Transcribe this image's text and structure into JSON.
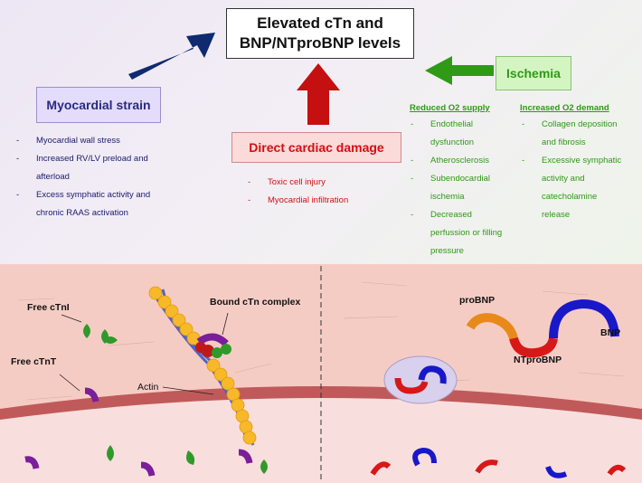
{
  "header": {
    "title_line1": "Elevated cTn and",
    "title_line2": "BNP/NTproBNP levels"
  },
  "strain": {
    "label": "Myocardial strain",
    "items": [
      "Myocardial wall stress",
      "Increased RV/LV preload and",
      "afterload",
      "Excess symphatic activity and",
      "chronic RAAS activation"
    ]
  },
  "damage": {
    "label": "Direct cardiac damage",
    "items": [
      "Toxic cell injury",
      "Myocardial infiltration"
    ]
  },
  "ischemia": {
    "label": "Ischemia",
    "supply_heading": "Reduced O2 supply",
    "supply_items": [
      "Endothelial",
      "dysfunction",
      "Atherosclerosis",
      "Subendocardial",
      "ischemia",
      "Decreased",
      "perfussion or filling",
      "pressure"
    ],
    "demand_heading": "Increased O2 demand",
    "demand_items": [
      "Collagen deposition",
      "and fibrosis",
      "Excessive symphatic",
      "activity and",
      "catecholamine",
      "release"
    ]
  },
  "illustration": {
    "free_cTnI": "Free cTnI",
    "free_cTnT": "Free cTnT",
    "bound": "Bound cTn complex",
    "actin": "Actin",
    "proBNP": "proBNP",
    "ntprobnp": "NTproBNP",
    "bnp": "BNP"
  },
  "colors": {
    "arrow_blue": "#0f2a6e",
    "arrow_red": "#c41010",
    "arrow_green": "#2e9a16",
    "troponin_green": "#2f9a2a",
    "troponin_purple": "#7a1e9a",
    "actin_yellow": "#f7b92a",
    "bnp_blue": "#1818c8",
    "probnp_orange": "#e88a1a",
    "ntprobnp_red": "#d81818"
  }
}
